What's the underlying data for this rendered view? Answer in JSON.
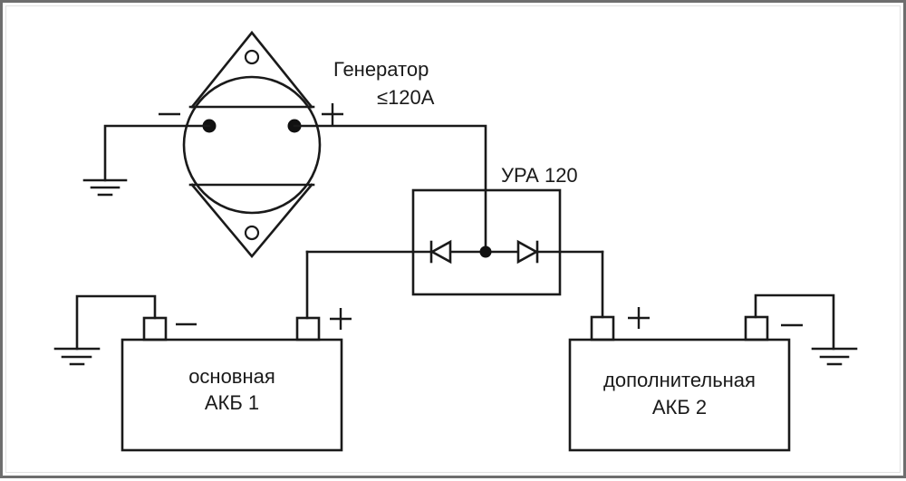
{
  "diagram": {
    "type": "electrical-schematic",
    "colors": {
      "line": "#1a1a1a",
      "background": "#ffffff",
      "border": "#6e6e6e"
    },
    "generator": {
      "title": "Генератор",
      "rating": "≤120A",
      "terminals": {
        "negative": "−",
        "positive": "+"
      }
    },
    "isolator": {
      "label": "УРА 120",
      "components": [
        "diode-left",
        "junction",
        "diode-right"
      ]
    },
    "battery_main": {
      "line1": "основная",
      "line2": "АКБ 1",
      "terminals": {
        "negative": "−",
        "positive": "+"
      }
    },
    "battery_aux": {
      "line1": "дополнительная",
      "line2": "АКБ 2",
      "terminals": {
        "positive": "+",
        "negative": "−"
      }
    },
    "grounds": [
      "generator-ground",
      "battery-main-ground",
      "battery-aux-ground"
    ],
    "connections": [
      {
        "from": "generator.negative",
        "to": "generator-ground"
      },
      {
        "from": "generator.positive",
        "to": "isolator.junction"
      },
      {
        "from": "isolator.diode-left",
        "to": "battery_main.positive"
      },
      {
        "from": "isolator.diode-right",
        "to": "battery_aux.positive"
      },
      {
        "from": "battery_main.negative",
        "to": "battery-main-ground"
      },
      {
        "from": "battery_aux.negative",
        "to": "battery-aux-ground"
      }
    ]
  }
}
